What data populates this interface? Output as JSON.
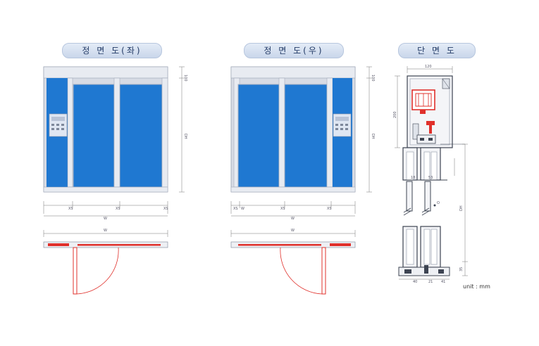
{
  "titles": {
    "front_left": "정 면 도(좌)",
    "front_right": "정 면 도(우)",
    "section": "단 면 도"
  },
  "dims": {
    "height_top": "100",
    "height_total": "DH",
    "width": "W",
    "left_panel_widths": [
      "XS",
      "XS",
      "XS"
    ],
    "right_panel_widths": [
      "XS",
      "XS",
      "XS"
    ],
    "right_bottom_w": "W",
    "section_top": "120",
    "section_side": "200",
    "section_mid_a": "18",
    "section_mid_b": "53",
    "section_bottom_a": "40",
    "section_bottom_b": "21",
    "section_bottom_c": "41",
    "section_right": "DH",
    "section_right_small": "35",
    "section_o": "O"
  },
  "unit_label": "unit : mm",
  "colors": {
    "panel_blue": "#1f78d1",
    "frame_gray": "#c8ccd6",
    "door_red": "#e0302b"
  }
}
